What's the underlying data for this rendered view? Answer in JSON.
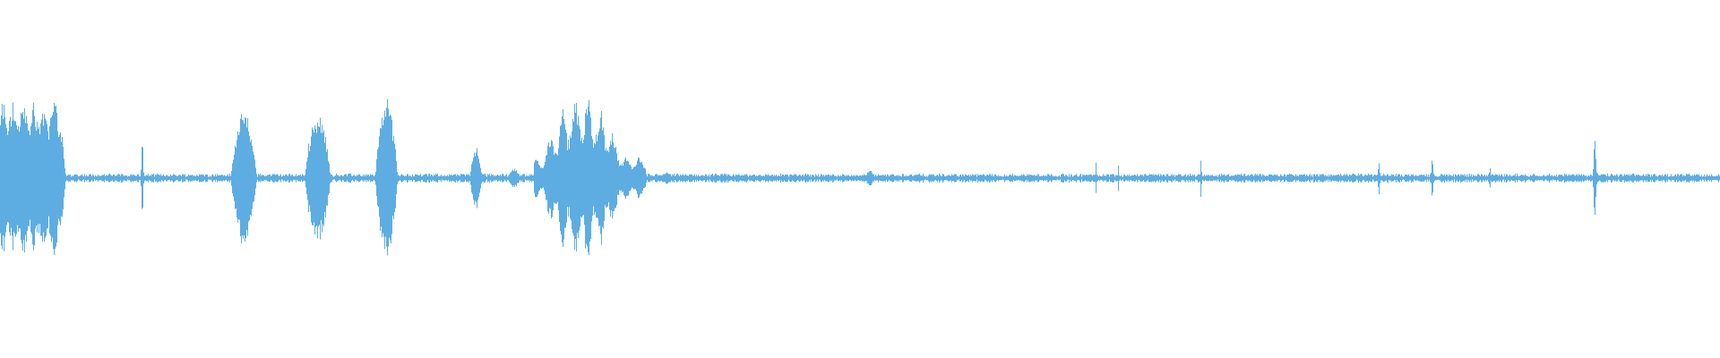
{
  "waveform": {
    "color": "#5DADE2",
    "background": "#FFFFFF",
    "noise_floor": 0.018,
    "segments": [
      {
        "start": 0.0,
        "end": 0.038,
        "peak": 0.48,
        "shape": "plateau"
      },
      {
        "start": 0.081,
        "end": 0.084,
        "peak": 0.23,
        "shape": "spike"
      },
      {
        "start": 0.134,
        "end": 0.149,
        "peak": 0.4,
        "shape": "burst"
      },
      {
        "start": 0.177,
        "end": 0.192,
        "peak": 0.4,
        "shape": "burst"
      },
      {
        "start": 0.218,
        "end": 0.231,
        "peak": 0.48,
        "shape": "burst"
      },
      {
        "start": 0.273,
        "end": 0.28,
        "peak": 0.2,
        "shape": "burst"
      },
      {
        "start": 0.295,
        "end": 0.302,
        "peak": 0.06,
        "shape": "burst"
      },
      {
        "start": 0.31,
        "end": 0.375,
        "peak": 0.52,
        "shape": "speech"
      },
      {
        "start": 0.385,
        "end": 0.39,
        "peak": 0.04,
        "shape": "burst"
      },
      {
        "start": 0.4,
        "end": 0.403,
        "peak": 0.03,
        "shape": "burst"
      },
      {
        "start": 0.503,
        "end": 0.508,
        "peak": 0.05,
        "shape": "burst"
      },
      {
        "start": 0.636,
        "end": 0.638,
        "peak": 0.11,
        "shape": "spike"
      },
      {
        "start": 0.649,
        "end": 0.651,
        "peak": 0.09,
        "shape": "spike"
      },
      {
        "start": 0.697,
        "end": 0.699,
        "peak": 0.12,
        "shape": "spike"
      },
      {
        "start": 0.8,
        "end": 0.803,
        "peak": 0.1,
        "shape": "spike"
      },
      {
        "start": 0.831,
        "end": 0.834,
        "peak": 0.12,
        "shape": "spike"
      },
      {
        "start": 0.865,
        "end": 0.867,
        "peak": 0.07,
        "shape": "spike"
      },
      {
        "start": 0.925,
        "end": 0.929,
        "peak": 0.24,
        "shape": "spike"
      }
    ]
  }
}
